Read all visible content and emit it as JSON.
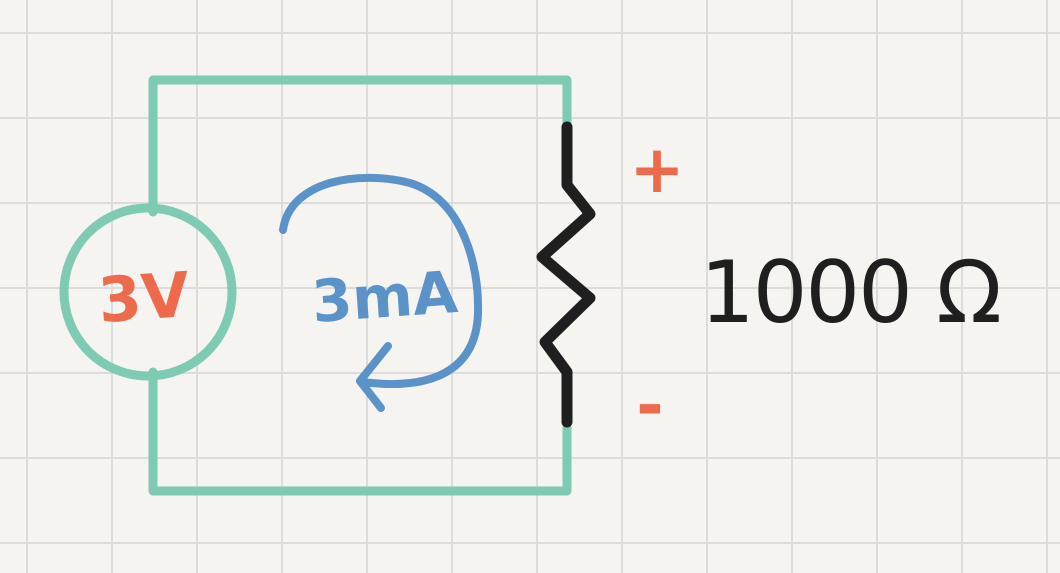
{
  "source": {
    "label": "3V"
  },
  "current": {
    "label": "3mA"
  },
  "resistor": {
    "label": "1000 Ω"
  },
  "polarity": {
    "plus": "+",
    "minus": "-"
  },
  "colors": {
    "wire": "#7ecab3",
    "resistor": "#1f1f1f",
    "current": "#5b93c9",
    "source_label": "#ee6a4c",
    "polarity": "#ee6a4c",
    "resistor_label": "#1f1f1f",
    "grid": "#dcdcdc",
    "background": "#f5f4f1"
  }
}
